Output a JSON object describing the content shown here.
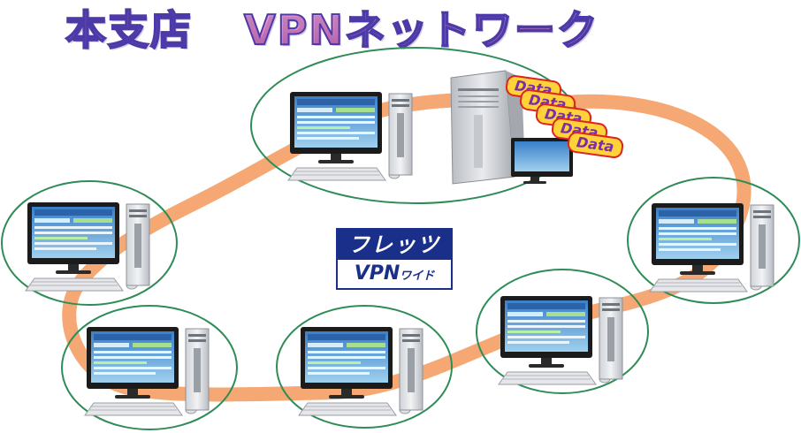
{
  "title": {
    "part1": "本支店",
    "part2": "VPNネットワーク"
  },
  "badge": {
    "top": "フレッツ",
    "bottom_main": "VPN",
    "bottom_sub": "ワイド"
  },
  "server": {
    "data_labels": [
      "Data",
      "Data",
      "Data",
      "Data",
      "Data"
    ]
  },
  "icons": {
    "pc": "desktop-computer-icon",
    "server": "tower-server-icon"
  },
  "colors": {
    "ring": "#f4a36b",
    "circle_border": "#2f8c57",
    "title_fill": "#e987c0",
    "title_stroke": "#4c3aa8",
    "badge": "#1a2f8a",
    "data_tag": "#7a2ea8"
  }
}
